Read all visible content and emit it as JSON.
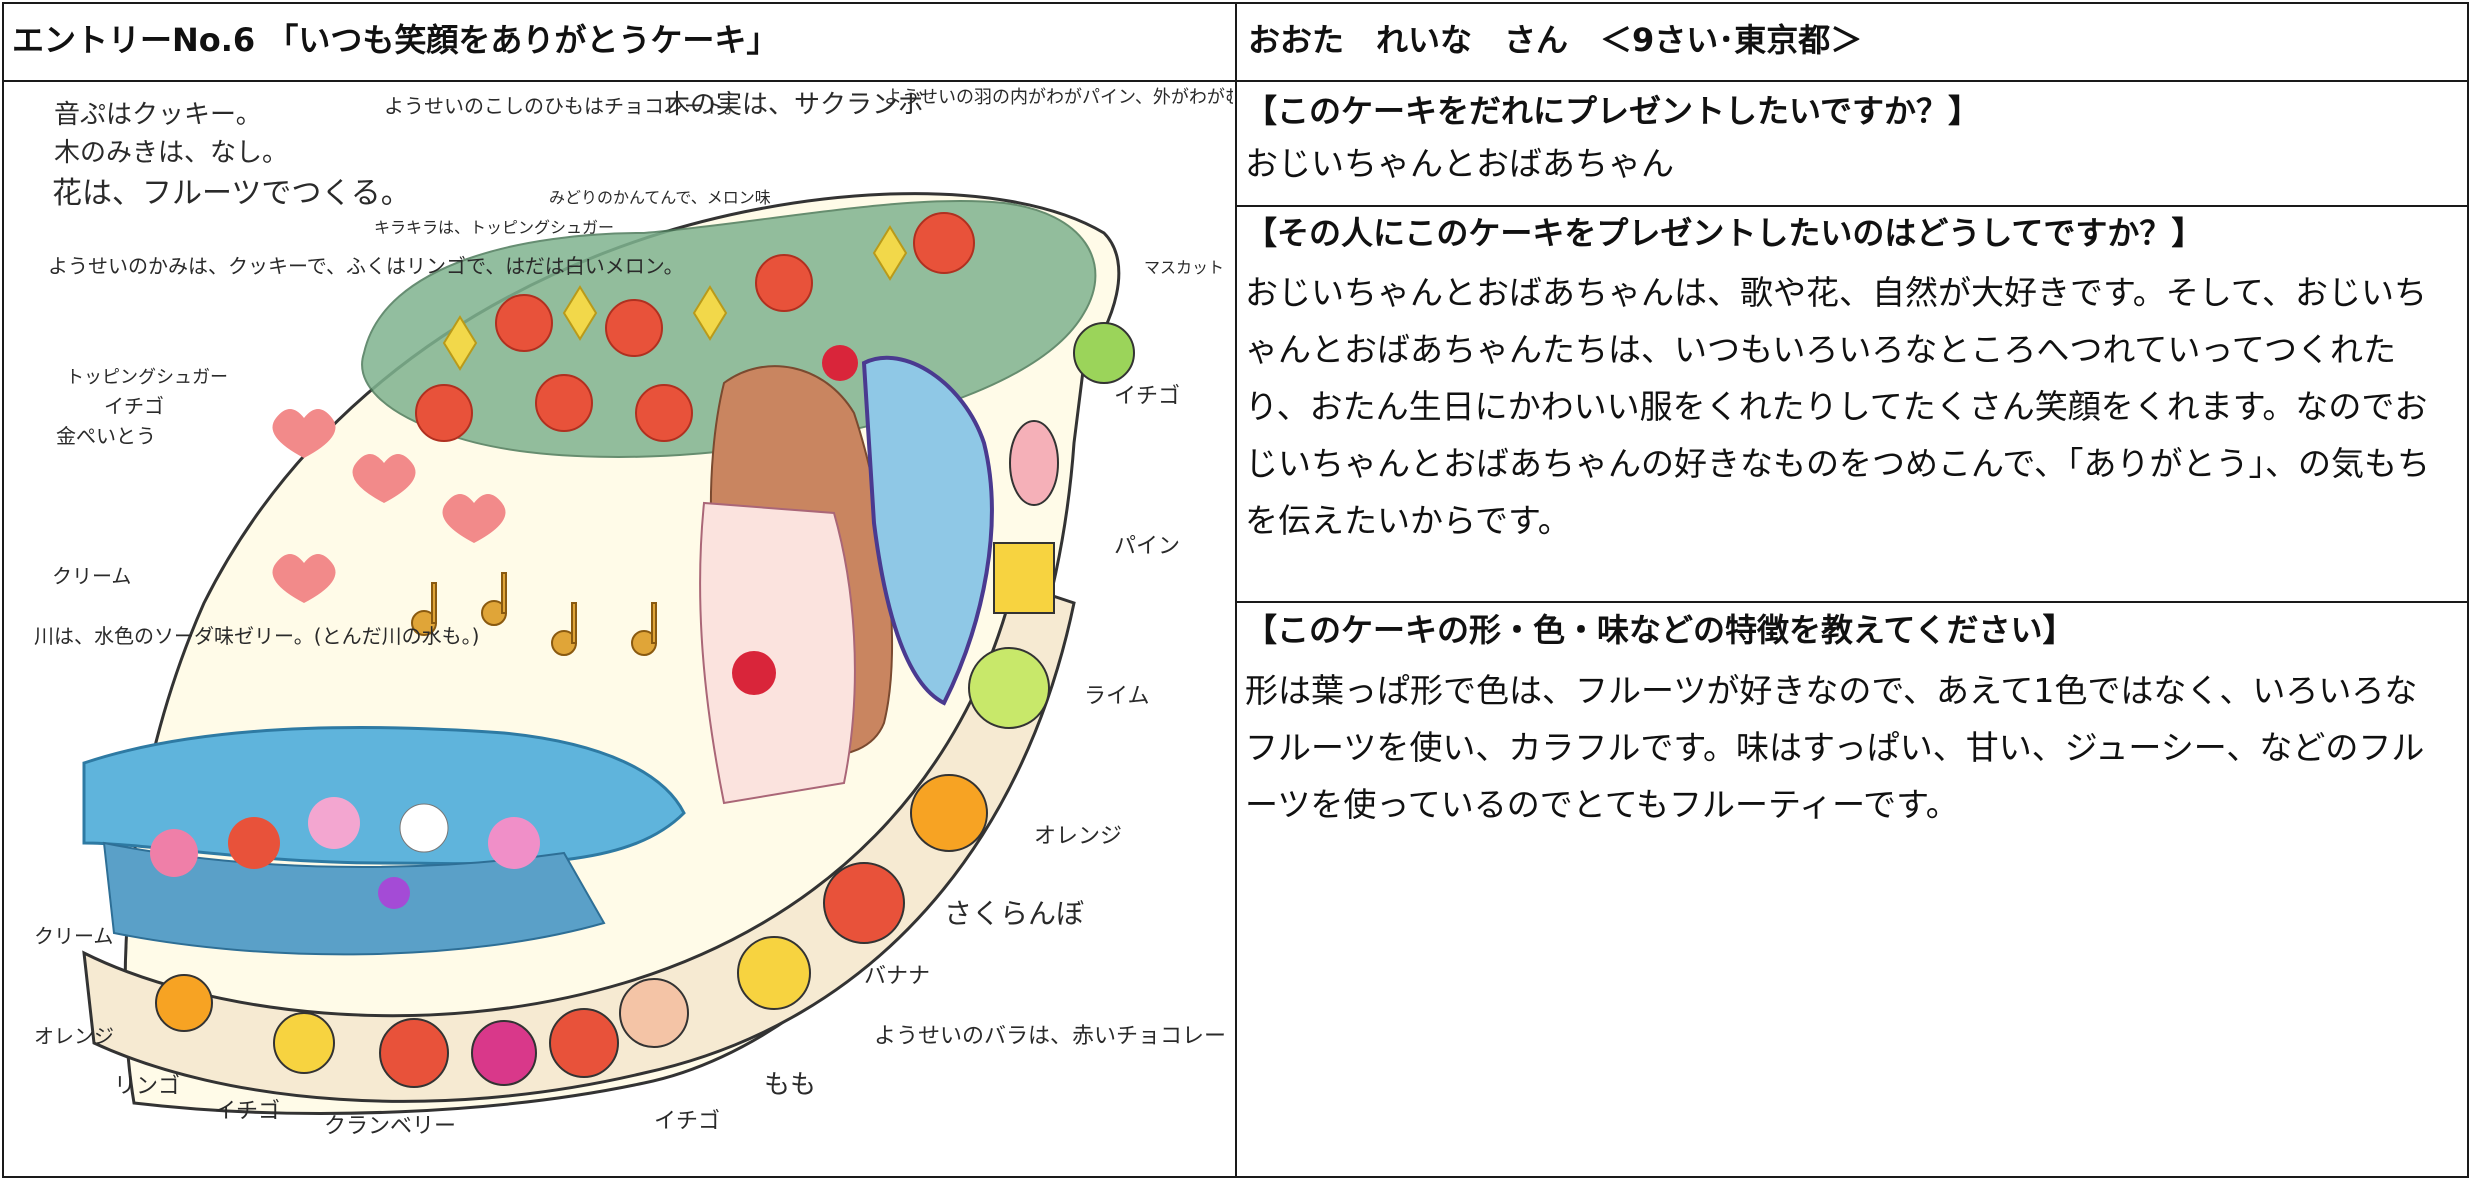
{
  "header": {
    "entry_title": "エントリーNo.6 「いつも笑顔をありがとうケーキ」",
    "author": "おおた　れいな　さん　＜9さい･東京都＞"
  },
  "questions": [
    {
      "question": "【このケーキをだれにプレゼントしたいですか？】",
      "answer": "おじいちゃんとおばあちゃん"
    },
    {
      "question": "【その人にこのケーキをプレゼントしたいのはどうしてですか？】",
      "answer": "おじいちゃんとおばあちゃんは、歌や花、自然が大好きです。そして、おじいちゃんとおばあちゃんたちは、いつもいろいろなところへつれていってつくれたり、おたん生日にかわいい服をくれたりしてたくさん笑顔をくれます。なのでおじいちゃんとおばあちゃんの好きなものをつめこんで、「ありがとう」、の気もちを伝えたいからです。"
    },
    {
      "question": "【このケーキの形・色・味などの特徴を教えてください】",
      "answer": "形は葉っぱ形で色は、フルーツが好きなので、あえて1色ではなく、いろいろなフルーツを使い、カラフルです。味はすっぱい、甘い、ジューシー、などのフルーツを使っているのでとてもフルーティーです。"
    }
  ],
  "drawing": {
    "notes": {
      "music": "音ぷはクッキー。",
      "trunk": "木のみきは、なし。",
      "flowers": "花は、フルーツでつくる。",
      "hair": "ようせいのかみは、クッキーで、ふくはリンゴで、はだは白いメロン。",
      "ribbon": "ようせいのこしのひもはチョコレート。",
      "tree_fruit": "木の実は、サクランボ",
      "wings": "ようせいの羽の内がわがパイン、外がわがむらさきのあめ。",
      "sparkle": "キラキラは、トッピングシュガー",
      "leaves": "みどりのかんてんで、メロン味",
      "topping_sugar": "トッピングシュガー",
      "strawberry_top": "イチゴ",
      "gold_candy": "金ぺいとう",
      "cream_left": "クリーム",
      "river": "川は、水色のソーダ味ゼリー。(とんだ川の水も。)",
      "muscat": "マスカット",
      "strawberry_right": "イチゴ",
      "pine": "パイン",
      "lime": "ライム",
      "orange_right": "オレンジ",
      "cherry": "さくらんぼ",
      "banana": "バナナ",
      "cream_bottom": "クリーム",
      "orange_bottom": "オレンジ",
      "apple": "リンゴ",
      "strawberry_bottom": "イチゴ",
      "cranberry": "クランベリー",
      "strawberry_bottom2": "イチゴ",
      "peach": "もも",
      "rose": "ようせいのバラは、赤いチョコレート。"
    }
  }
}
